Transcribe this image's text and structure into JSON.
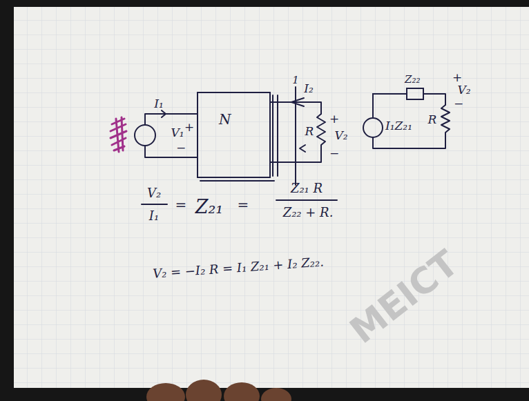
{
  "diagram": {
    "nodes": [
      {
        "text": [
          "N"
        ]
      },
      {
        "text": [
          "I₁Z₂₁"
        ]
      },
      {
        "text": [
          "Z₂₂"
        ]
      }
    ],
    "edges": [
      {
        "from": 1,
        "to": 2,
        "arrow": "none"
      }
    ],
    "labels": [
      "I₁",
      "V₁",
      "+",
      "−",
      "1",
      "I₂",
      "R",
      "+",
      "V₂",
      "−",
      "R",
      "+",
      "V₂",
      "−",
      "V₂",
      "I₁",
      "=",
      "Z₂₁",
      "=",
      "Z₂₁ R",
      "Z₂₂ + R.",
      "V₂ = −I₂ R = I₁ Z₂₁ + I₂ Z₂₂.",
      "MEICT"
    ]
  }
}
